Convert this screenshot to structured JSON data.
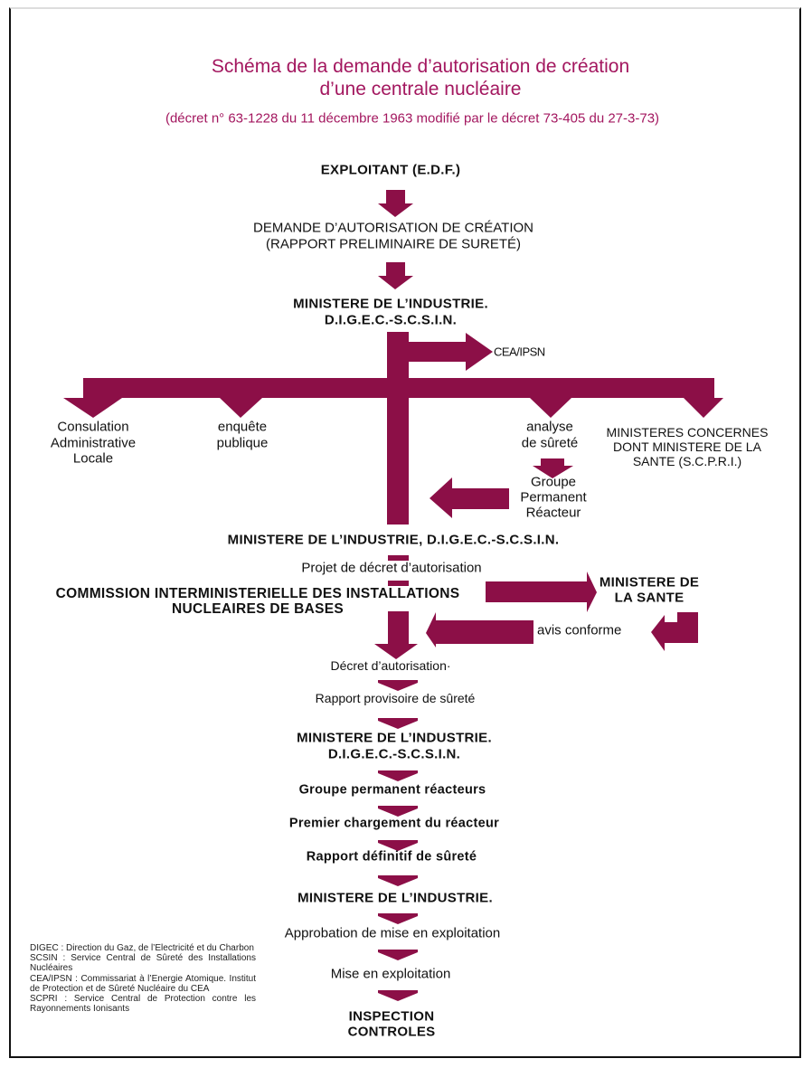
{
  "title": {
    "line1": "Schéma de la demande d’autorisation de création",
    "line2": "d’une centrale nucléaire",
    "subtitle": "(décret n° 63-1228 du 11 décembre 1963 modifié par le décret 73-405 du 27-3-73)"
  },
  "colors": {
    "accent": "#8c0f47",
    "title": "#a3175f"
  },
  "nodes": {
    "exploitant": "EXPLOITANT (E.D.F.)",
    "demande1": "DEMANDE D’AUTORISATION DE CRÉATION",
    "demande2": "(RAPPORT PRELIMINAIRE DE SURETÉ)",
    "min1a": "MINISTERE DE L’INDUSTRIE.",
    "min1b": "D.I.G.E.C.-S.C.S.I.N.",
    "cea": "CEA/IPSN",
    "consult1": "Consulation",
    "consult2": "Administrative",
    "consult3": "Locale",
    "enquete1": "enquête",
    "enquete2": "publique",
    "analyse1": "analyse",
    "analyse2": "de sûreté",
    "ministeres1": "MINISTERES CONCERNES",
    "ministeres2": "DONT MINISTERE DE LA",
    "ministeres3": "SANTE (S.C.P.R.I.)",
    "groupe1": "Groupe",
    "groupe2": "Permanent",
    "groupe3": "Réacteur",
    "min2": "MINISTERE DE L’INDUSTRIE,  D.I.G.E.C.-S.C.S.I.N.",
    "projet": "Projet de décret d’autorisation",
    "commission1": "COMMISSION INTERMINISTERIELLE DES INSTALLATIONS",
    "commission2": "NUCLEAIRES DE BASES",
    "sante1": "MINISTERE DE",
    "sante2": "LA SANTE",
    "avis": "avis conforme",
    "decret": "Décret d’autorisation·",
    "rapport_prov": "Rapport provisoire de sûreté",
    "min3a": "MINISTERE DE L’INDUSTRIE.",
    "min3b": "D.I.G.E.C.-S.C.S.I.N.",
    "gpr": "Groupe permanent réacteurs",
    "premier": "Premier chargement du réacteur",
    "rapport_def": "Rapport définitif de sûreté",
    "min4": "MINISTERE DE L’INDUSTRIE.",
    "approbation": "Approbation de mise en exploitation",
    "mise": "Mise en exploitation",
    "inspection1": "INSPECTION",
    "inspection2": "CONTROLES"
  },
  "legend": [
    "DIGEC : Direction du Gaz, de l’Electricité et du Charbon",
    "SCSIN : Service Central de Sûreté des Installations Nucléaires",
    "CEA/IPSN : Commissariat à l’Energie Atomique. Institut de Protection et de Sûreté Nucléaire du CEA",
    "SCPRI : Service Central de Protection contre les Rayonnements Ionisants"
  ]
}
